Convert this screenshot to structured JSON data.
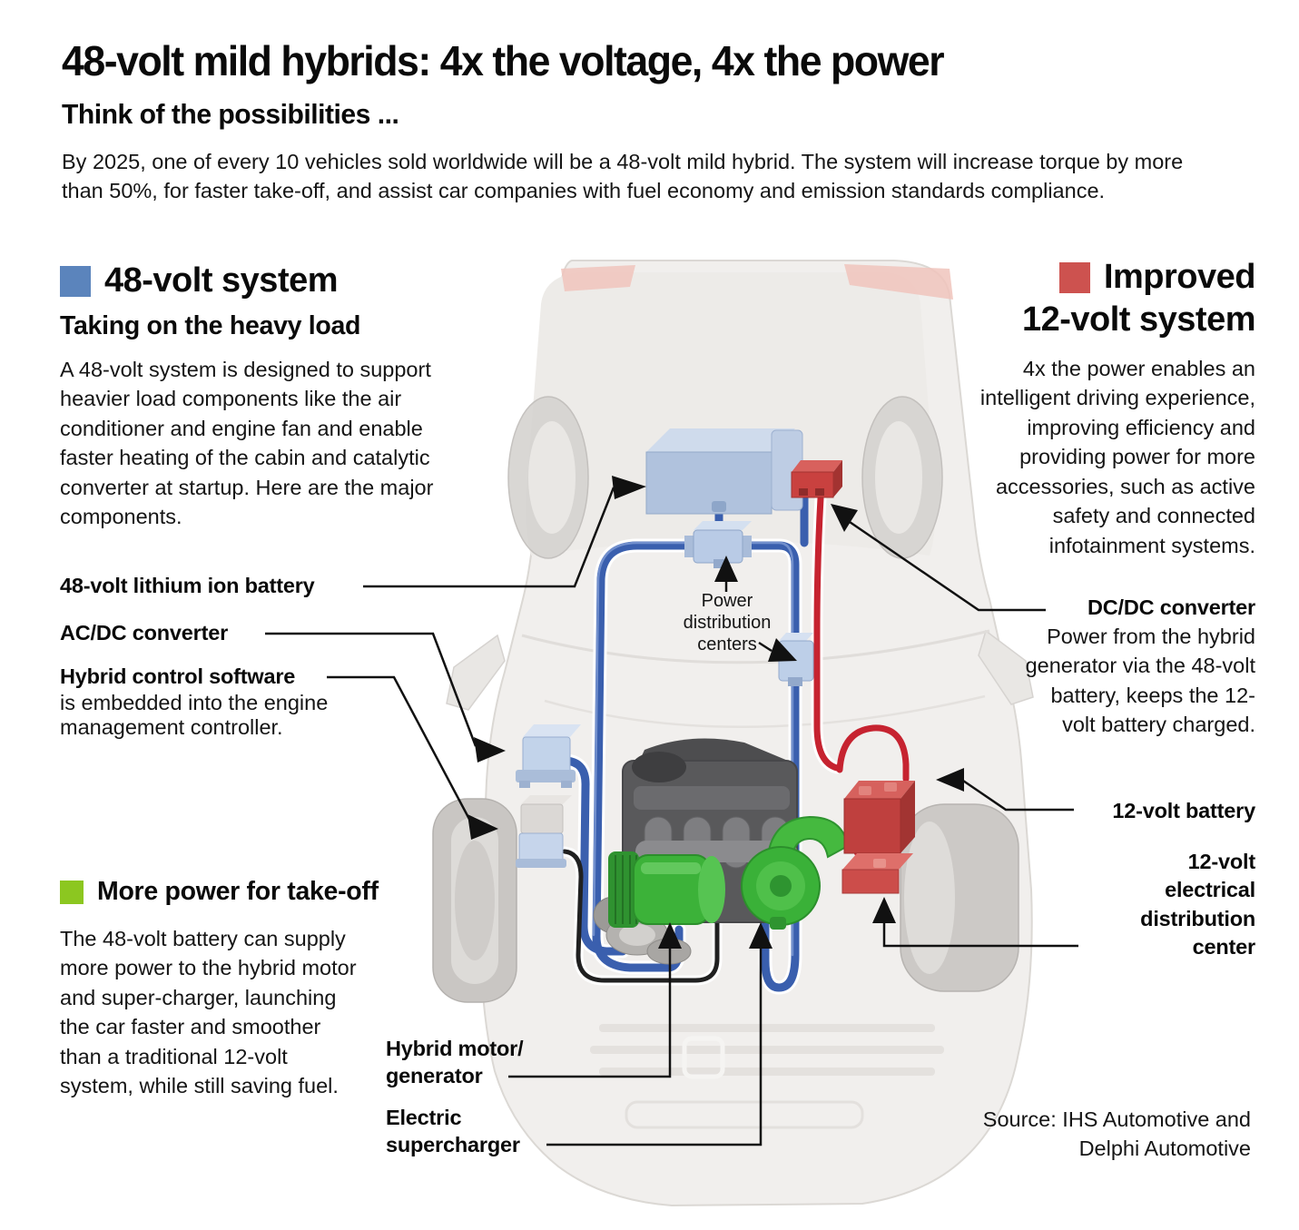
{
  "page": {
    "title": "48-volt mild hybrids: 4x the voltage, 4x the power",
    "subtitle": "Think of the possibilities ...",
    "intro": "By 2025, one of every 10 vehicles sold worldwide will be a 48-volt mild hybrid. The system will increase torque by more than 50%, for faster take-off, and assist car companies with fuel economy and emission standards compliance.",
    "source": "Source: IHS Automotive and Delphi Automotive"
  },
  "sections": {
    "system48": {
      "accent_color": "#5b84bc",
      "heading": "48-volt system",
      "subheading": "Taking on the heavy load",
      "body": "A 48-volt system is designed to support heavier load components like the air conditioner and engine fan and enable faster heating of the cabin and catalytic converter at startup. Here are the major components."
    },
    "system12": {
      "accent_color": "#cd524f",
      "heading_line1": "Improved",
      "heading_line2": "12-volt system",
      "body": "4x the power enables an intelligent driving experience, improving efficiency and providing power for more accessories, such as active safety and connected infotainment systems."
    },
    "takeoff": {
      "accent_color": "#8cc720",
      "heading": "More power for take-off",
      "body": "The 48-volt battery can supply more power to the hybrid motor and super-charger, launching the car faster and smoother than a traditional 12-volt system, while still saving fuel."
    }
  },
  "callouts": {
    "battery48": "48-volt lithium ion battery",
    "acdc": "AC/DC converter",
    "software_title": "Hybrid control software",
    "software_body": "is embedded into the engine management controller.",
    "dcdc_title": "DC/DC converter",
    "dcdc_body": "Power from the hybrid generator via the 48-volt battery, keeps the 12-volt battery charged.",
    "battery12": "12-volt battery",
    "dist12": "12-volt electrical distribution center",
    "power_dist": "Power distribution centers",
    "motor": "Hybrid motor/ generator",
    "supercharger": "Electric supercharger"
  },
  "diagram_colors": {
    "wire_48v_blue": "#3a5fae",
    "wire_12v_red": "#c62330",
    "wire_signal_black": "#202020",
    "component_48v_blue": "#b3c4de",
    "component_12v_red": "#c9413f",
    "motor_green": "#3cb239"
  }
}
